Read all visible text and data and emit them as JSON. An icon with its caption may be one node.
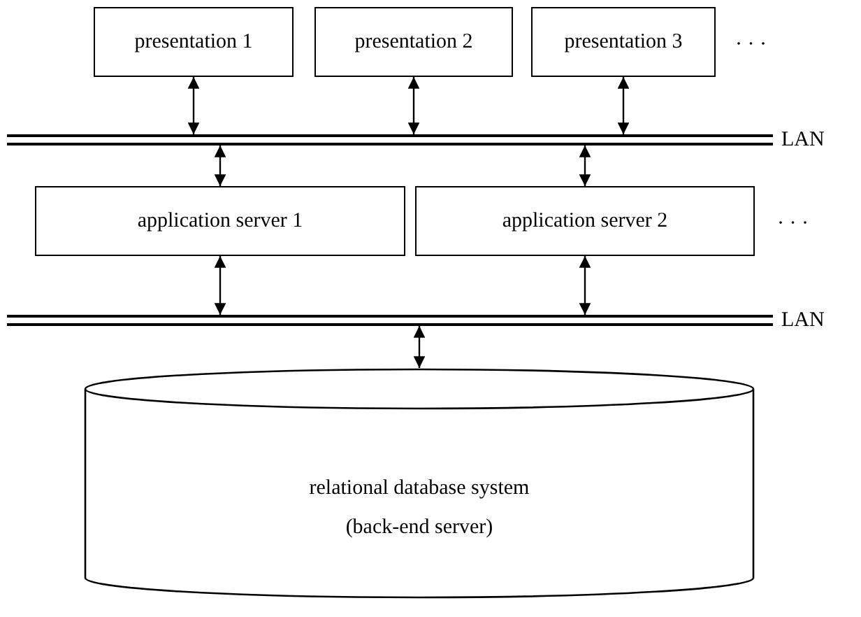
{
  "diagram": {
    "nodes": [
      {
        "text": [
          "presentation 1"
        ]
      },
      {
        "text": [
          "presentation 2"
        ]
      },
      {
        "text": [
          "presentation 3"
        ]
      },
      {
        "text": [
          "LAN"
        ]
      },
      {
        "text": [
          "application server 1"
        ]
      },
      {
        "text": [
          "application server 2"
        ]
      },
      {
        "text": [
          "LAN"
        ]
      },
      {
        "text": [
          "relational database system",
          "(back-end server)"
        ]
      }
    ],
    "edges": [
      {
        "from": 0,
        "to": 3,
        "arrow": "both"
      },
      {
        "from": 1,
        "to": 3,
        "arrow": "both"
      },
      {
        "from": 2,
        "to": 3,
        "arrow": "both"
      },
      {
        "from": 3,
        "to": 4,
        "arrow": "both"
      },
      {
        "from": 3,
        "to": 5,
        "arrow": "both"
      },
      {
        "from": 4,
        "to": 6,
        "arrow": "both"
      },
      {
        "from": 5,
        "to": 6,
        "arrow": "both"
      },
      {
        "from": 6,
        "to": 7,
        "arrow": "both"
      }
    ],
    "labels": [
      "· · ·",
      "· · ·"
    ]
  }
}
